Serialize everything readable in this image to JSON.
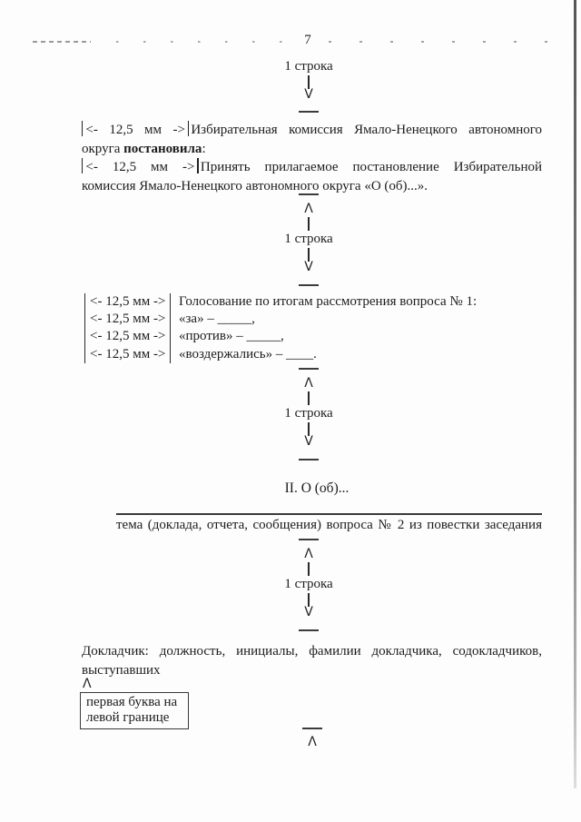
{
  "page_number": "7",
  "labels": {
    "one_line": "1 строка",
    "margin_marker": "<- 12,5 мм ->",
    "up_arrow": "Λ",
    "down_arrow": "V"
  },
  "resolution_para": {
    "line1_text": "Избирательная комиссия Ямало-Ненецкого автономного",
    "line2_pre": "округа ",
    "line2_bold": "постановила",
    "line2_post": ":",
    "line3_text": "Принять прилагаемое постановление Избирательной",
    "line4_text": "комиссия Ямало-Ненецкого автономного округа «О (об)...»."
  },
  "voting": {
    "rows": [
      {
        "marker": "<- 12,5 мм ->",
        "text": "Голосование по итогам рассмотрения вопроса № 1:"
      },
      {
        "marker": "<- 12,5 мм ->",
        "text": "«за» – _____,"
      },
      {
        "marker": "<- 12,5 мм ->",
        "text": "«против» – _____,"
      },
      {
        "marker": "<- 12,5 мм ->",
        "text": "«воздержались» – ____."
      }
    ]
  },
  "section2": {
    "heading": "II. О (об)...",
    "caption": "тема (доклада, отчета, сообщения) вопроса № 2 из повестки заседания"
  },
  "speaker_para": {
    "line1": "Докладчик: должность, инициалы, фамилии докладчика, содокладчиков,",
    "line2": "выступавших"
  },
  "note_box": {
    "line1": "первая буква на",
    "line2": "левой границе"
  },
  "colors": {
    "ink": "#1c1c1c",
    "rule": "#3a3a3a",
    "scan_edge": "#6e6e6e",
    "artifact": "#a9a9a9",
    "background": "#fdfdfd"
  }
}
